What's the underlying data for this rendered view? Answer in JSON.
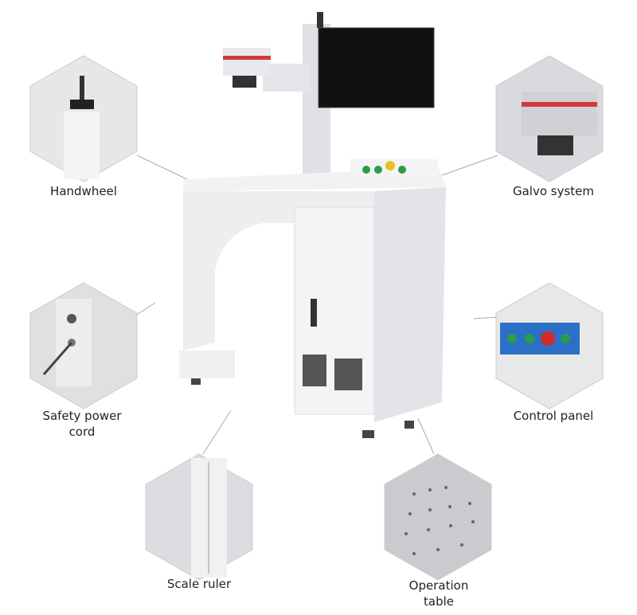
{
  "labels": {
    "handwheel": "Handwheel",
    "galvo": "Galvo system",
    "safety_line1": "Safety power",
    "safety_line2": "cord",
    "control": "Control panel",
    "scale": "Scale ruler",
    "table_line1": "Operation",
    "table_line2": "table"
  },
  "colors": {
    "background": "#ffffff",
    "machine": "#eeeff1",
    "galvo_stripe": "#d23a3a",
    "monitor": "#111111"
  }
}
